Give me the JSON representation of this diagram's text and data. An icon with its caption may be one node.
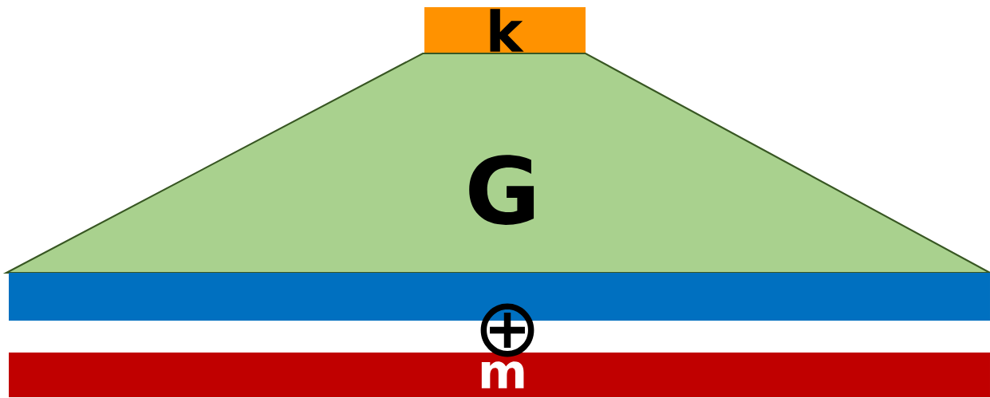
{
  "diagram": {
    "nodes": [
      {
        "text": [
          "k"
        ]
      },
      {
        "text": [
          "G"
        ]
      },
      {
        "text": [],
        "shape": "bar"
      },
      {
        "text": [
          "m"
        ]
      }
    ],
    "labels": [
      "⊕"
    ]
  }
}
